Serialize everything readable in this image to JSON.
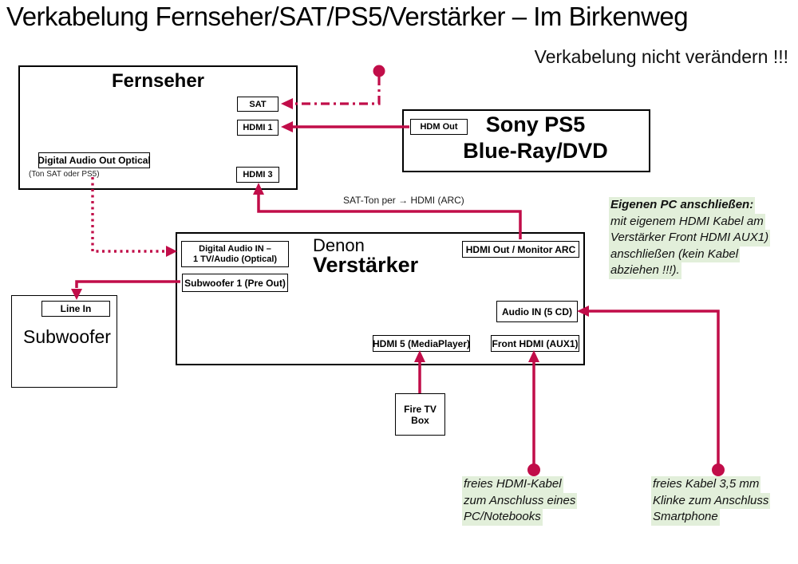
{
  "title": "Verkabelung Fernseher/SAT/PS5/Verstärker – Im Birkenweg",
  "warning": "Verkabelung nicht verändern !!!",
  "colors": {
    "cable": "#C10D49",
    "note_highlight": "#E2EFDA"
  },
  "fernseher": {
    "title": "Fernseher",
    "ports": {
      "sat": "SAT",
      "hdmi1": "HDMI 1",
      "optical": "Digital Audio Out Optical",
      "optical_note": "(Ton SAT oder PS5)",
      "hdmi3": "HDMI 3"
    }
  },
  "ps5": {
    "title_line1": "Sony PS5",
    "title_line2": "Blue-Ray/DVD",
    "ports": {
      "hdm_out": "HDM Out"
    }
  },
  "verstaerker": {
    "brand": "Denon",
    "title": "Verstärker",
    "ports": {
      "digital_in_line1": "Digital Audio IN –",
      "digital_in_line2": "1 TV/Audio (Optical)",
      "hdmi_out_arc": "HDMI Out / Monitor ARC",
      "subwoofer_out": "Subwoofer 1 (Pre Out)",
      "audio_in": "Audio IN (5 CD)",
      "hdmi5": "HDMI 5 (MediaPlayer)",
      "front_hdmi": "Front HDMI (AUX1)"
    }
  },
  "subwoofer": {
    "title": "Subwoofer",
    "ports": {
      "line_in": "Line In"
    }
  },
  "firetv": {
    "line1": "Fire TV",
    "line2": "Box"
  },
  "labels": {
    "sat_ton_arc": "SAT-Ton per  →  HDMI (ARC)"
  },
  "notes": {
    "pc": {
      "heading": "Eigenen PC anschließen:",
      "lines": [
        "mit eigenem HDMI Kabel am",
        "Verstärker Front HDMI  AUX1)",
        "anschließen (kein Kabel",
        "abziehen !!!)."
      ]
    },
    "hdmi_kabel": {
      "lines": [
        "freies HDMI-Kabel",
        "zum Anschluss eines",
        "PC/Notebooks"
      ]
    },
    "klinke": {
      "lines": [
        "freies Kabel 3,5 mm",
        "Klinke zum Anschluss",
        "Smartphone"
      ]
    }
  }
}
